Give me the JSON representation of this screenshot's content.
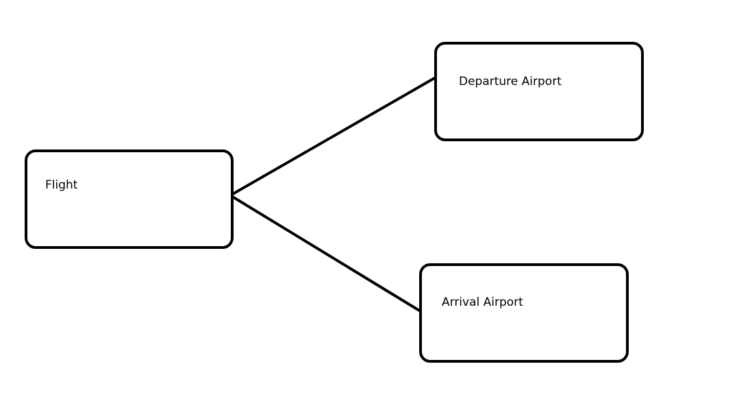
{
  "diagram": {
    "nodes": [
      {
        "id": "flight",
        "label": "Flight"
      },
      {
        "id": "departure",
        "label": "Departure Airport"
      },
      {
        "id": "arrival",
        "label": "Arrival Airport"
      }
    ],
    "edges": [
      {
        "from": "flight",
        "to": "departure"
      },
      {
        "from": "flight",
        "to": "arrival"
      }
    ],
    "colors": {
      "stroke": "#000000",
      "background": "#ffffff"
    }
  }
}
